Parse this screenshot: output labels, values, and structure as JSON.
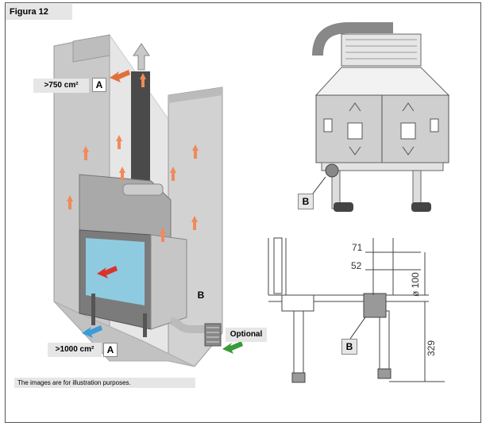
{
  "figure_label": "Figura 12",
  "left": {
    "upper_vent_area": ">750 cm²",
    "upper_vent_letter": "A",
    "lower_vent_area": ">1000 cm²",
    "lower_vent_letter": "A",
    "letter_b": "B",
    "optional_label": "Optional"
  },
  "right_top": {
    "letter_b": "B"
  },
  "right_bottom": {
    "dim_71": "71",
    "dim_52": "52",
    "dim_100": "ø 100",
    "dim_329": "329",
    "letter_b": "B"
  },
  "note": "The images are for illustration purposes.",
  "colors": {
    "arrow_orange": "#f08a5a",
    "arrow_red": "#d9342b",
    "arrow_blue": "#3a9bd9",
    "arrow_green": "#3a9a3a",
    "glass_blue": "#8fcbe0"
  }
}
